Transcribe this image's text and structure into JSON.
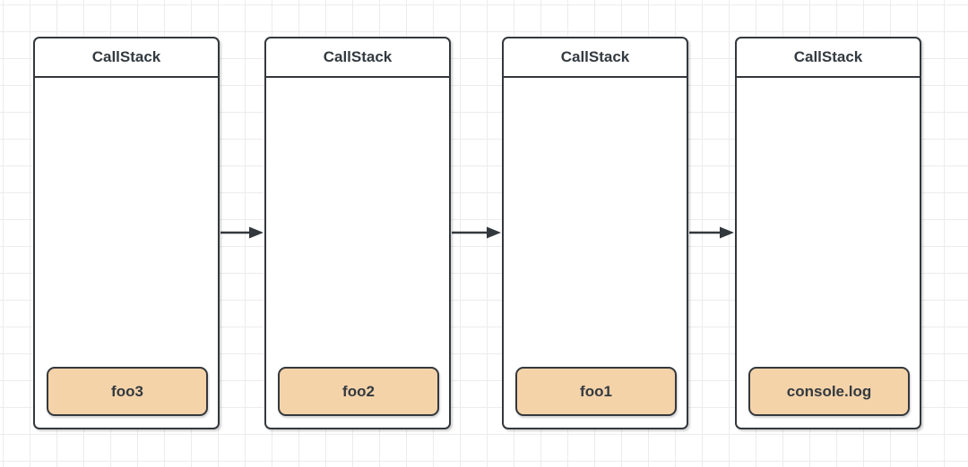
{
  "diagram": {
    "description": "Event loop / call stack sequence diagram with four call stack snapshots connected by right-pointing arrows",
    "stacks": [
      {
        "title": "CallStack",
        "frames": [
          "foo3"
        ]
      },
      {
        "title": "CallStack",
        "frames": [
          "foo2"
        ]
      },
      {
        "title": "CallStack",
        "frames": [
          "foo1"
        ]
      },
      {
        "title": "CallStack",
        "frames": [
          "console.log"
        ]
      }
    ],
    "colors": {
      "frame_fill": "#f5d3a9",
      "stroke": "#33383d",
      "text": "#333a40",
      "grid_line": "#ececec",
      "background": "#ffffff"
    }
  }
}
